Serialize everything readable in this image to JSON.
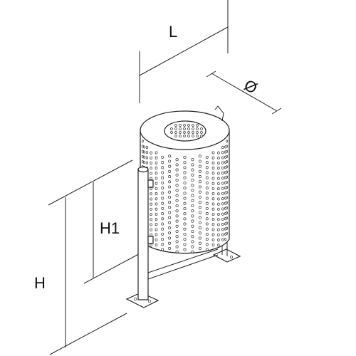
{
  "labels": {
    "length": "L",
    "diameter": "Ø",
    "height_total": "H",
    "height_bin": "H1"
  },
  "colors": {
    "background": "#ffffff",
    "stroke": "#222222"
  }
}
